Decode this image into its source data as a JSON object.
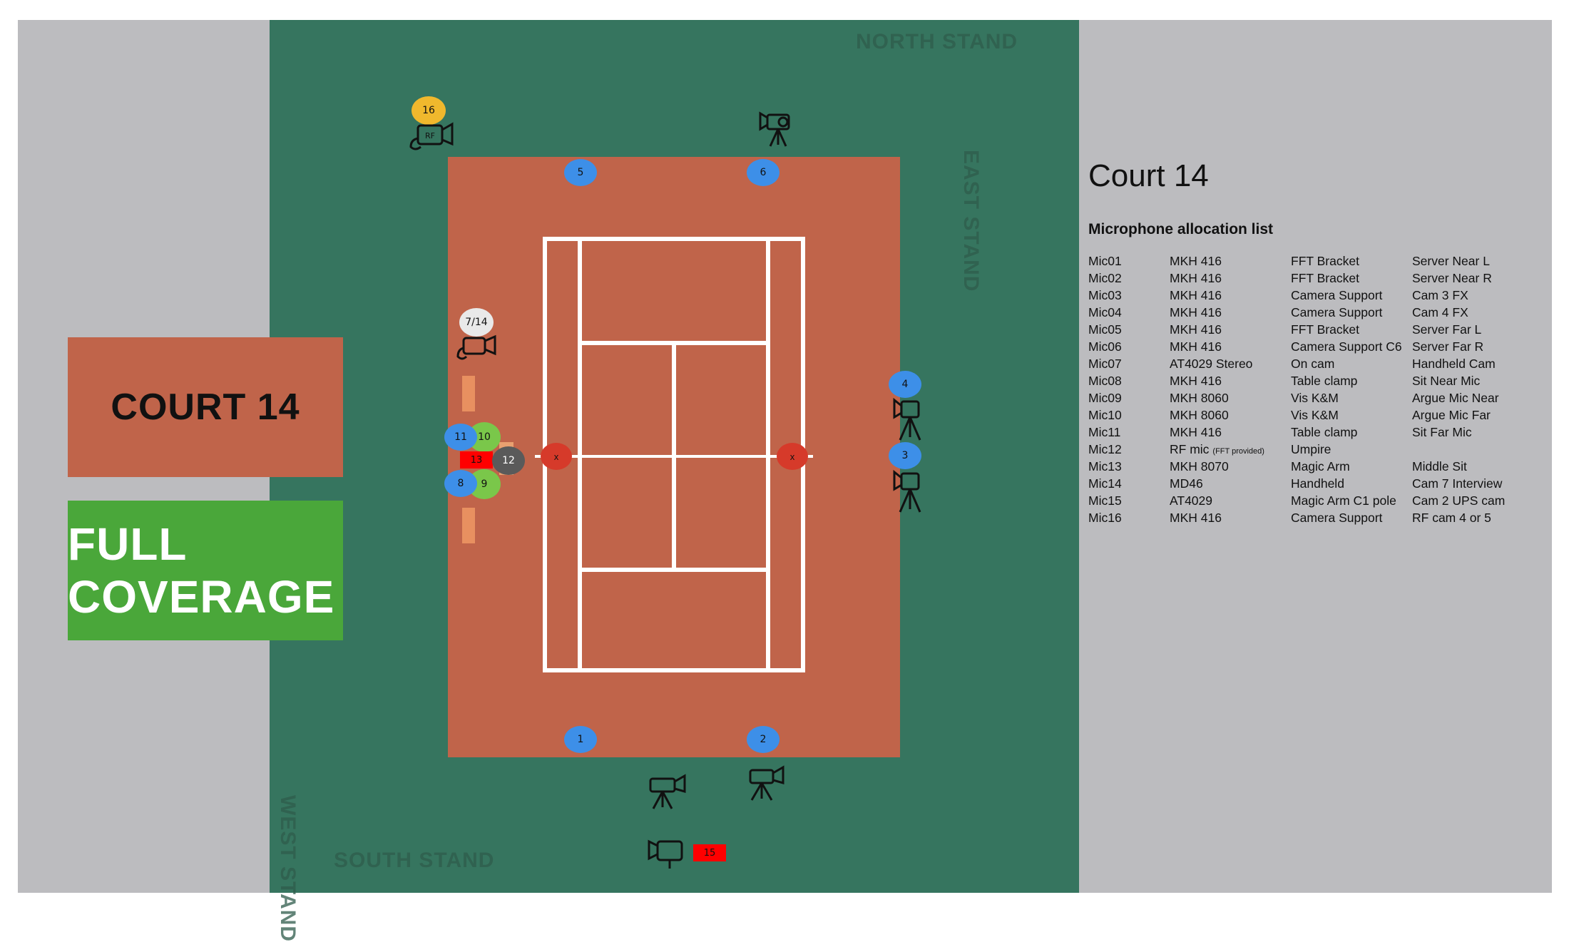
{
  "stands": {
    "north": "NORTH STAND",
    "east": "EAST STAND",
    "west": "WEST STAND",
    "south": "SOUTH STAND"
  },
  "labels": {
    "court_badge": "COURT 14",
    "coverage_badge": "FULL COVERAGE",
    "rf_tag": "RF"
  },
  "markers": {
    "m1": "1",
    "m2": "2",
    "m3": "3",
    "m4": "4",
    "m5": "5",
    "m6": "6",
    "m7_14": "7/14",
    "m8": "8",
    "m9": "9",
    "m10": "10",
    "m11": "11",
    "m12": "12",
    "m13": "13",
    "m15": "15",
    "m16": "16",
    "x_left": "x",
    "x_right": "x"
  },
  "panel": {
    "title": "Court 14",
    "subtitle": "Microphone allocation list",
    "mics": [
      {
        "id": "Mic01",
        "model": "MKH 416",
        "mount": "FFT Bracket",
        "position": "Server Near L"
      },
      {
        "id": "Mic02",
        "model": "MKH 416",
        "mount": "FFT Bracket",
        "position": "Server Near R"
      },
      {
        "id": "Mic03",
        "model": "MKH 416",
        "mount": "Camera Support",
        "position": "Cam 3 FX"
      },
      {
        "id": "Mic04",
        "model": "MKH 416",
        "mount": "Camera Support",
        "position": "Cam 4 FX"
      },
      {
        "id": "Mic05",
        "model": "MKH 416",
        "mount": "FFT Bracket",
        "position": "Server Far L"
      },
      {
        "id": "Mic06",
        "model": "MKH 416",
        "mount": "Camera Support C6",
        "position": "Server Far R"
      },
      {
        "id": "Mic07",
        "model": "AT4029 Stereo",
        "mount": "On cam",
        "position": "Handheld Cam"
      },
      {
        "id": "Mic08",
        "model": "MKH 416",
        "mount": "Table clamp",
        "position": "Sit Near Mic"
      },
      {
        "id": "Mic09",
        "model": "MKH 8060",
        "mount": "Vis K&M",
        "position": "Argue Mic Near"
      },
      {
        "id": "Mic10",
        "model": "MKH 8060",
        "mount": "Vis K&M",
        "position": "Argue Mic Far"
      },
      {
        "id": "Mic11",
        "model": "MKH 416",
        "mount": "Table clamp",
        "position": "Sit Far Mic"
      },
      {
        "id": "Mic12",
        "model": "RF mic",
        "model_note": "(FFT provided)",
        "mount": "Umpire",
        "position": ""
      },
      {
        "id": "Mic13",
        "model": "MKH 8070",
        "mount": "Magic Arm",
        "position": "Middle Sit"
      },
      {
        "id": "Mic14",
        "model": "MD46",
        "mount": "Handheld",
        "position": "Cam 7 Interview"
      },
      {
        "id": "Mic15",
        "model": "AT4029",
        "mount": "Magic Arm C1 pole",
        "position": "Cam 2 UPS cam"
      },
      {
        "id": "Mic16",
        "model": "MKH 416",
        "mount": "Camera Support",
        "position": "RF cam 4 or 5"
      }
    ]
  },
  "colors": {
    "background": "#bcbcbf",
    "grass": "#36755f",
    "clay": "#c0644a",
    "coverage": "#4aa73a",
    "mic_blue": "#3d8fe8",
    "mic_green": "#7ac74a",
    "mic_yellow": "#f0b82d",
    "mic_red": "#ff0000"
  },
  "icons": [
    "camera-on-tripod-icon",
    "handheld-camera-icon",
    "rf-camera-icon"
  ]
}
